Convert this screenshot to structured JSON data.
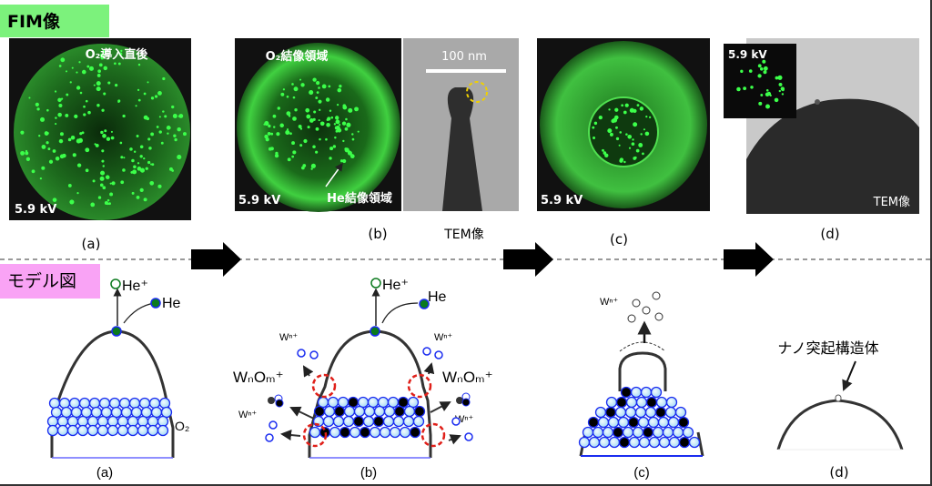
{
  "fim_section": {
    "label": "FIM像",
    "label_color": "#7cf27c",
    "panels": [
      {
        "id": "a",
        "caption": "(a)",
        "title": "O₂導入直後",
        "voltage": "5.9 kV"
      },
      {
        "id": "b",
        "caption": "(b)",
        "title": "O₂結像領域",
        "voltage": "5.9 kV",
        "annotation": "He結像領域",
        "tem_scale": "100 nm",
        "tem_caption": "TEM像"
      },
      {
        "id": "c",
        "caption": "(c)",
        "voltage": "5.9 kV"
      },
      {
        "id": "d",
        "caption": "(d)",
        "inset_voltage": "5.9 kV",
        "tem_label": "TEM像"
      }
    ]
  },
  "model_section": {
    "label": "モデル図",
    "label_color": "#f9a3f5",
    "panels": [
      {
        "id": "a",
        "caption": "(a)",
        "ion": "He⁺",
        "atom": "He",
        "molecule": "O₂"
      },
      {
        "id": "b",
        "caption": "(b)",
        "ion": "He⁺",
        "atom": "He",
        "w_ion": "Wⁿ⁺",
        "oxide_left": "WₙOₘ⁺",
        "oxide_right": "WₙOₘ⁺"
      },
      {
        "id": "c",
        "caption": "(c)",
        "w_ion": "Wⁿ⁺"
      },
      {
        "id": "d",
        "caption": "(d)",
        "structure_label": "ナノ突起構造体"
      }
    ]
  },
  "colors": {
    "atom_fill": "#cdeefc",
    "atom_stroke": "#1a2cf0",
    "he_green": "#0b7a1e",
    "highlight_red": "#e0201a",
    "fim_green": "#3cff4a"
  }
}
